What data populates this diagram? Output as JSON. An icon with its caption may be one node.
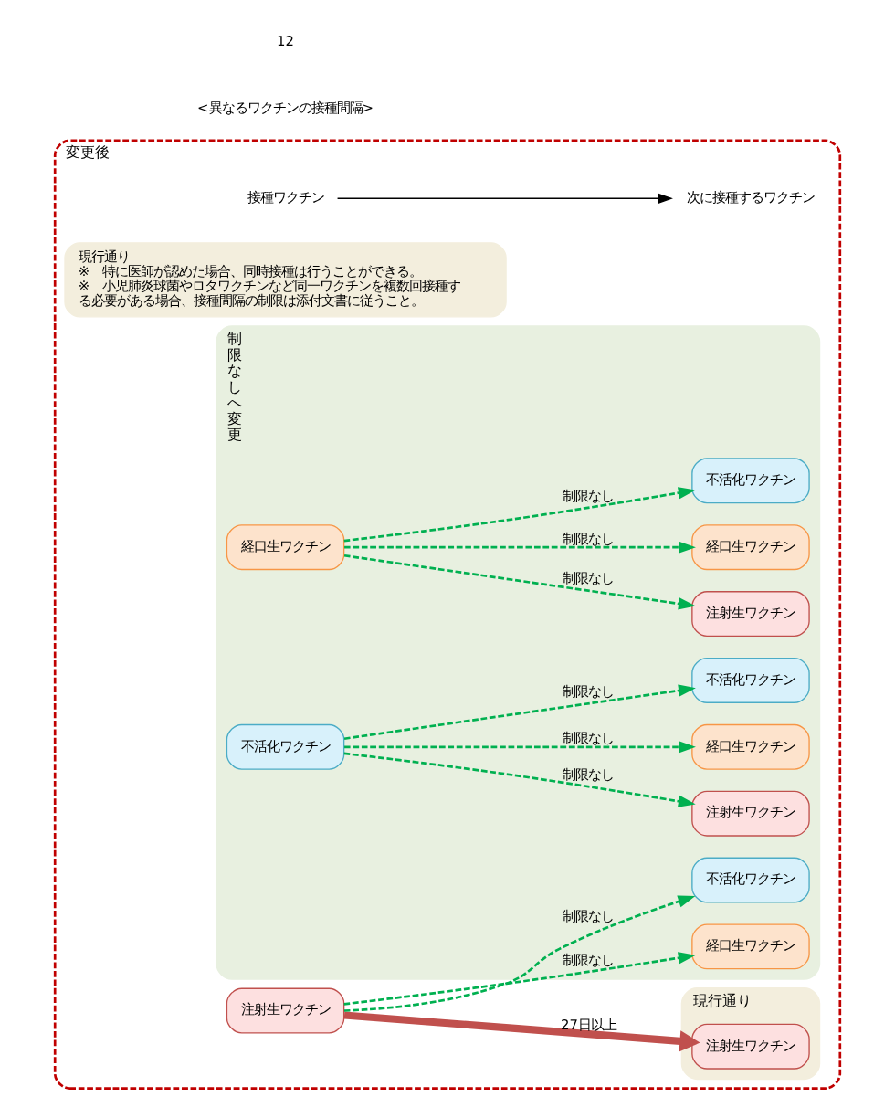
{
  "diagram": {
    "nodes": [
      {
        "text": [
          "変更後"
        ]
      },
      {
        "text": [
          "接種ワクチン"
        ],
        "in": 0
      },
      {
        "text": [
          "次に接種するワクチン"
        ],
        "in": 0
      },
      {
        "text": [
          "現行通り"
        ],
        "in": 0
      },
      {
        "text": [
          "制限なしへ変更"
        ],
        "in": 0
      },
      {
        "text": [
          "現行通り",
          "※　特に医師が認めた場合、同時接種は行うことができる。",
          "※　小児肺炎球菌やロタワクチンなど同一ワクチンを複数回接種する必要がある場合、接種間隔の制限は添付文書に従うこと。"
        ],
        "in": 0
      },
      {
        "text": [
          "注射生ワクチン"
        ],
        "in": 0
      },
      {
        "text": [
          "注射生ワクチン"
        ],
        "in": 3
      },
      {
        "text": [
          "経口生ワクチン"
        ],
        "in": 4
      },
      {
        "text": [
          "不活化ワクチン"
        ],
        "in": 4
      },
      {
        "text": [
          "経口生ワクチン"
        ],
        "in": 4
      },
      {
        "text": [
          "注射生ワクチン"
        ],
        "in": 4
      },
      {
        "text": [
          "経口生ワクチン"
        ],
        "in": 4
      },
      {
        "text": [
          "不活化ワクチン"
        ],
        "in": 4
      },
      {
        "text": [
          "不活化ワクチン"
        ],
        "in": 4
      },
      {
        "text": [
          "注射生ワクチン"
        ],
        "in": 4
      },
      {
        "text": [
          "経口生ワクチン"
        ],
        "in": 4
      },
      {
        "text": [
          "不活化ワクチン"
        ],
        "in": 4
      }
    ],
    "edges": [
      {
        "from": 1,
        "to": 2,
        "arrow": "to",
        "color": "#000000"
      },
      {
        "from": 6,
        "to": 7,
        "arrow": "to",
        "label": "27日以上",
        "style": "thick",
        "color": "#c0504d"
      },
      {
        "from": 6,
        "to": 8,
        "arrow": "to",
        "label": "制限なし",
        "style": "dashed"
      },
      {
        "from": 6,
        "to": 9,
        "arrow": "to",
        "label": "制限なし",
        "style": "dashed"
      },
      {
        "from": 10,
        "to": 11,
        "arrow": "to",
        "label": "制限なし",
        "style": "dashed"
      },
      {
        "from": 10,
        "to": 12,
        "arrow": "to",
        "label": "制限なし",
        "style": "dashed"
      },
      {
        "from": 10,
        "to": 13,
        "arrow": "to",
        "label": "制限なし",
        "style": "dashed"
      },
      {
        "from": 14,
        "to": 15,
        "arrow": "to",
        "label": "制限なし",
        "style": "dashed"
      },
      {
        "from": 14,
        "to": 16,
        "arrow": "to",
        "label": "制限なし",
        "style": "dashed"
      },
      {
        "from": 14,
        "to": 17,
        "arrow": "to",
        "label": "制限なし",
        "style": "dashed"
      }
    ],
    "labels": [
      "<異なるワクチンの接種間隔>",
      "12"
    ]
  }
}
